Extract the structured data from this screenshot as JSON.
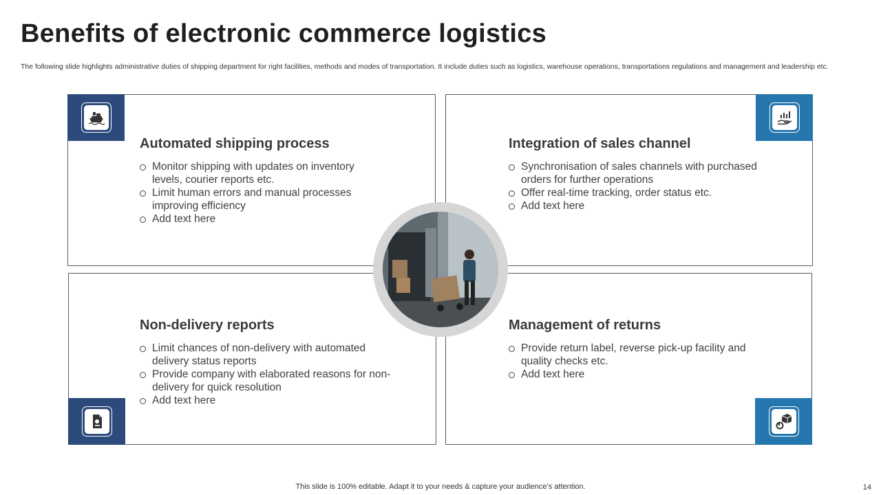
{
  "slide": {
    "title": "Benefits of electronic commerce logistics",
    "subtitle": "The following slide highlights administrative duties of shipping department for right facilities, methods and modes of transportation. It include duties such as logistics, warehouse operations, transportations regulations and management and leadership etc.",
    "footer": "This slide is 100% editable. Adapt it to your needs & capture your audience’s attention.",
    "page_number": "14"
  },
  "colors": {
    "dark_blue": "#2c4a7c",
    "light_blue": "#2677ad",
    "ring_gray": "#d6d6d6"
  },
  "cards": [
    {
      "title": "Automated shipping process",
      "icon": "cargo-ship-icon",
      "bullets": [
        "Monitor shipping with updates on inventory levels, courier reports etc.",
        "Limit human errors and manual processes improving efficiency",
        "Add text here"
      ]
    },
    {
      "title": "Integration of sales channel",
      "icon": "hand-chart-icon",
      "bullets": [
        "Synchronisation of sales channels with purchased orders for further operations",
        "Offer real-time tracking, order status etc.",
        "Add text here"
      ]
    },
    {
      "title": "Non-delivery reports",
      "icon": "report-document-icon",
      "bullets": [
        "Limit chances of non-delivery with automated delivery status reports",
        "Provide company with elaborated reasons for non-delivery for quick resolution",
        "Add text here"
      ]
    },
    {
      "title": "Management of returns",
      "icon": "return-package-icon",
      "bullets": [
        "Provide return label, reverse pick-up facility and quality checks etc.",
        "Add text here"
      ]
    }
  ]
}
